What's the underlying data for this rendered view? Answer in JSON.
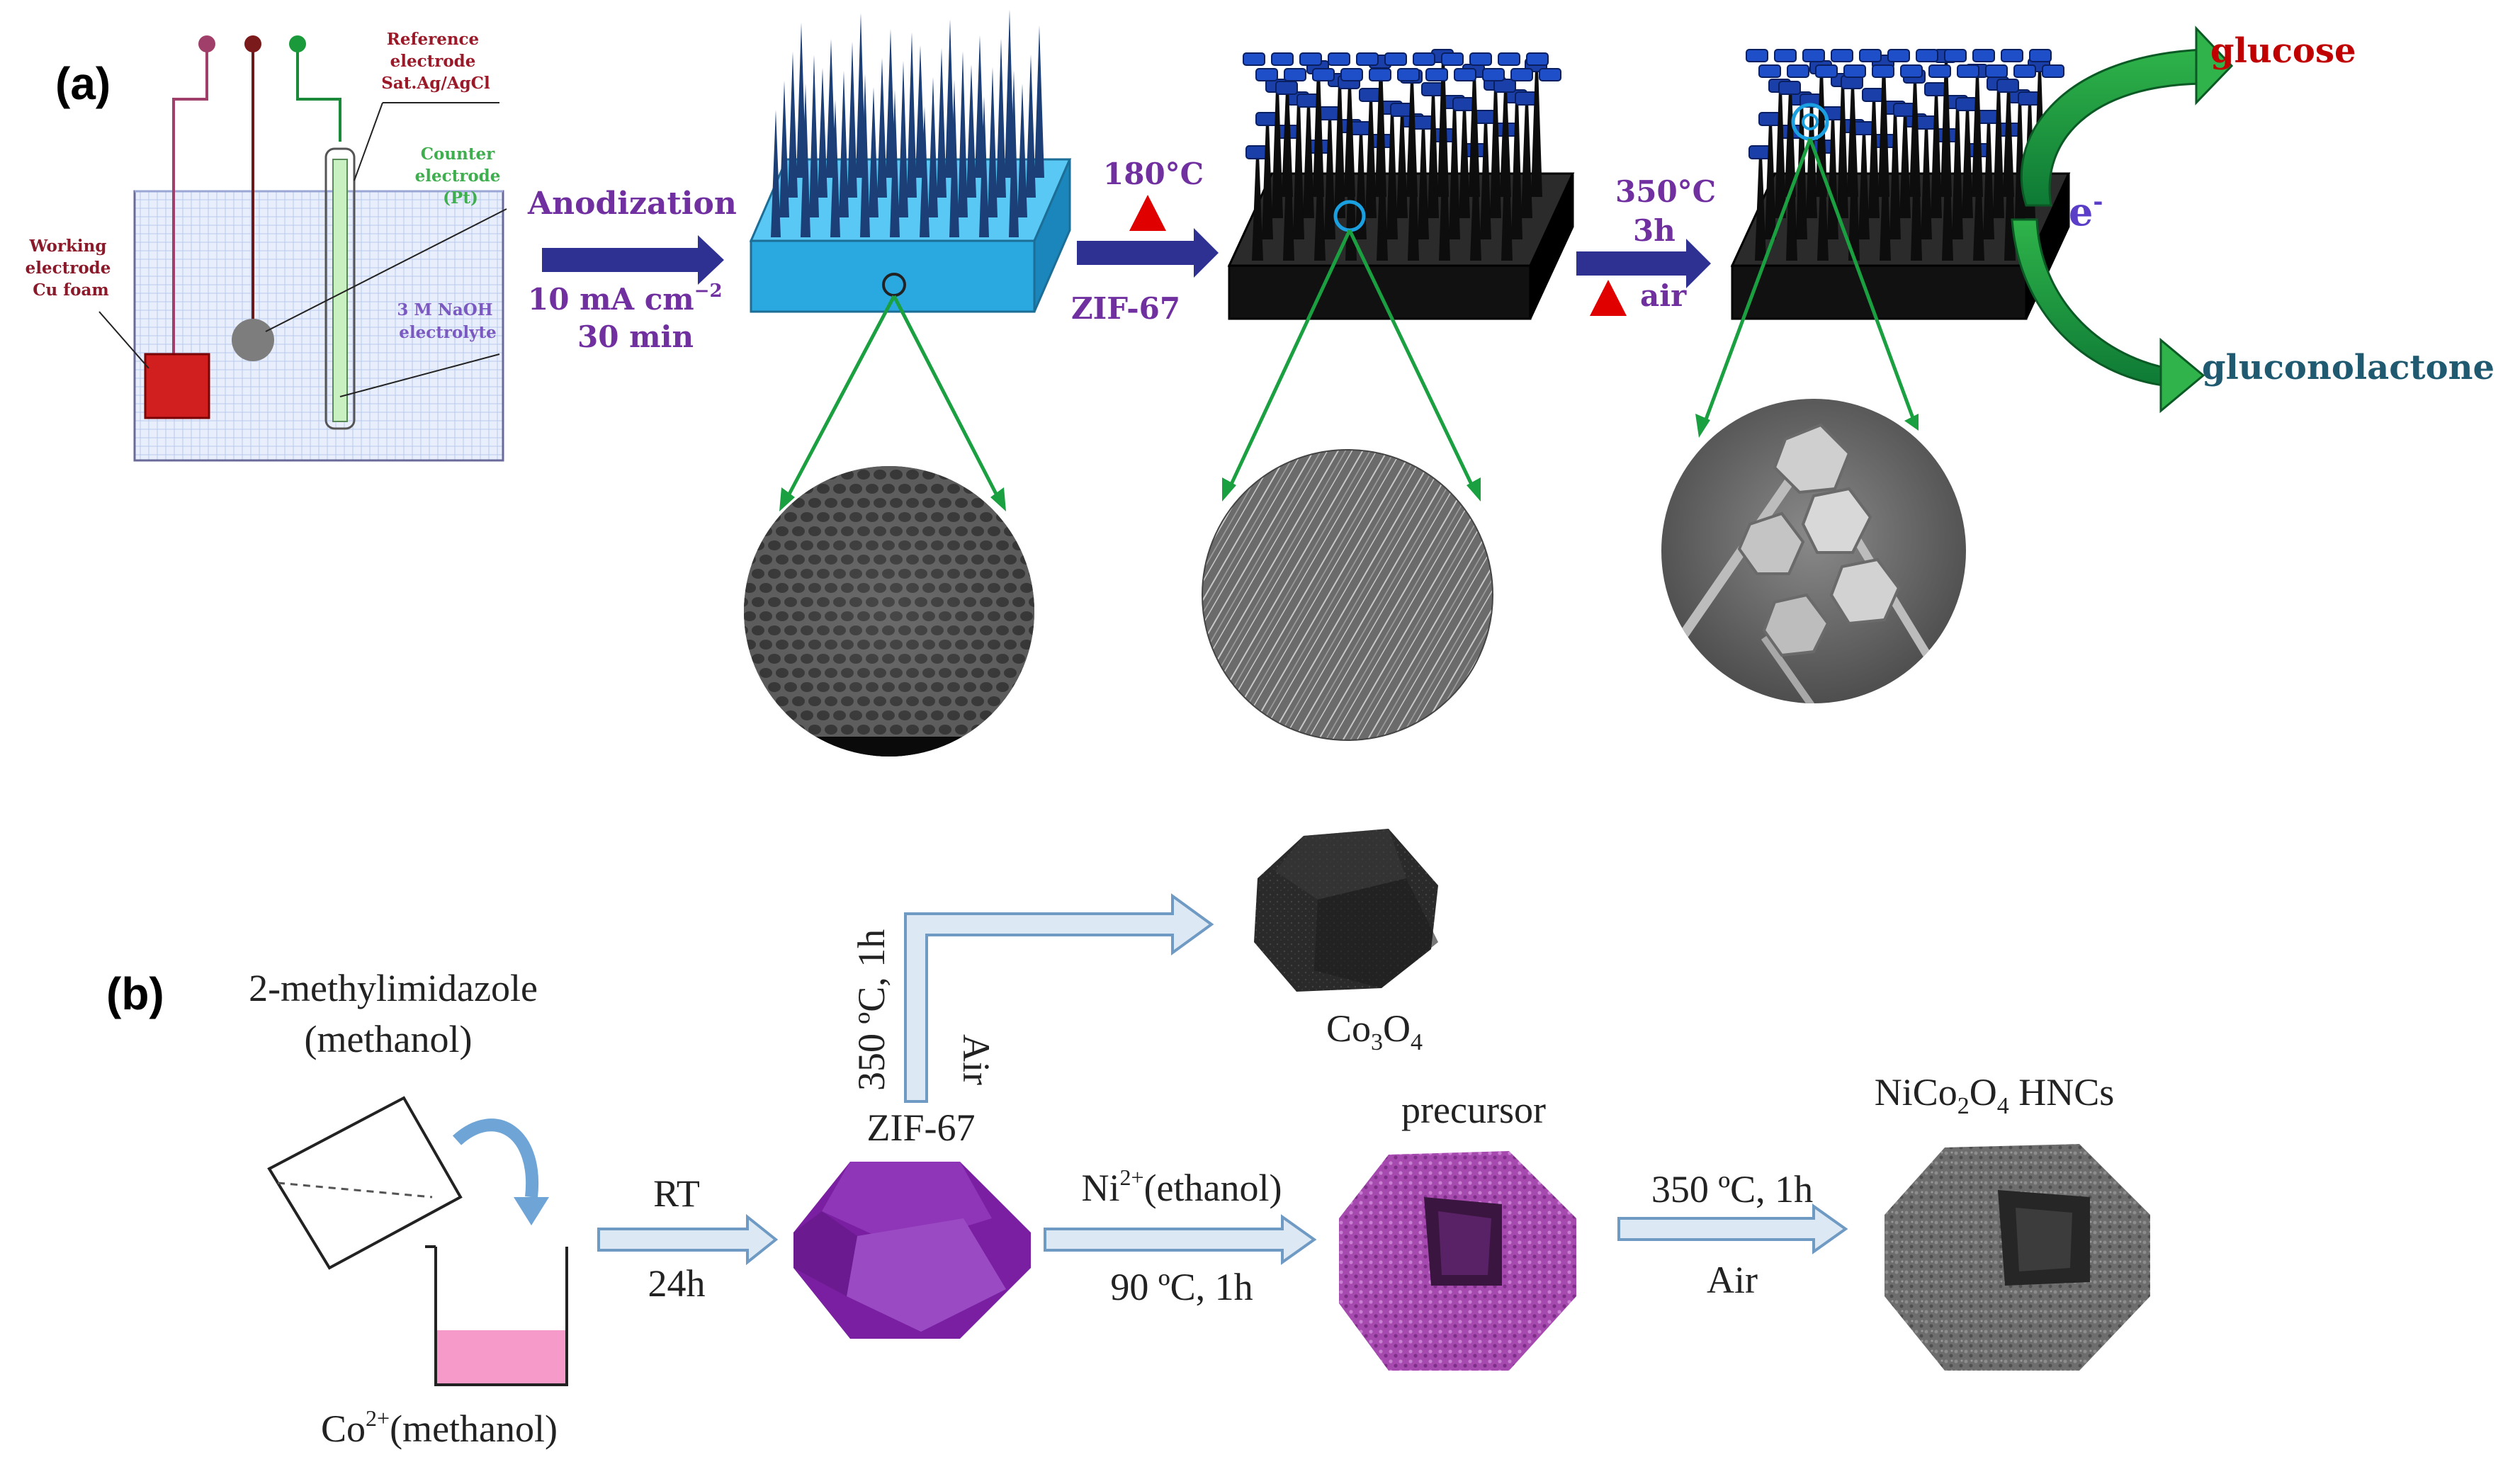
{
  "panel_a": {
    "label": "(a)",
    "cell": {
      "reference": [
        "Reference",
        "electrode",
        "Sat.Ag/AgCl"
      ],
      "counter": [
        "Counter",
        "electrode",
        "(Pt)"
      ],
      "working": [
        "Working",
        "electrode",
        "Cu foam"
      ],
      "electrolyte": [
        "3 M NaOH",
        "electrolyte"
      ]
    },
    "step1": {
      "title": "Anodization",
      "line1": "10 mA cm",
      "line1_sup": "−2",
      "line2": "30 min"
    },
    "step2": {
      "temp": "180°C",
      "reagent": "ZIF-67"
    },
    "step3": {
      "temp": "350°C",
      "time": "3h",
      "atmosphere": "air"
    },
    "reaction": {
      "reactant": "glucose",
      "electron": "e",
      "electron_sup": "-",
      "product": "gluconolactone"
    },
    "colors": {
      "label_purple": "#7030a0",
      "arrow_blue": "#2e3192",
      "triangle_red": "#e00000",
      "green_arrow": "#1a9a4a",
      "glucose_red": "#c00000",
      "gluconolactone_teal": "#1f5a70"
    }
  },
  "panel_b": {
    "label": "(b)",
    "reagent_top": "2-methylimidazole",
    "reagent_top_solvent": "(methanol)",
    "reagent_bottom": "Co",
    "reagent_bottom_sup": "2+",
    "reagent_bottom_solvent": "(methanol)",
    "step1_top": "RT",
    "step1_bottom": "24h",
    "zif_label": "ZIF-67",
    "vertical_line1": "350 ºC, 1h",
    "vertical_line2": "Air",
    "co3o4_main": "Co",
    "co3o4_sub1": "3",
    "co3o4_mid": "O",
    "co3o4_sub2": "4",
    "step2_top_pre": "Ni",
    "step2_top_sup": "2+",
    "step2_top_post": "(ethanol)",
    "step2_bottom": "90 ºC, 1h",
    "precursor_label": "precursor",
    "step3_top": "350 ºC, 1h",
    "step3_bottom": "Air",
    "final_main": "NiCo",
    "final_sub1": "2",
    "final_mid": "O",
    "final_sub2": "4",
    "final_tail": " HNCs",
    "colors": {
      "zif_purple": "#7a1fa2",
      "precursor_magenta": "#a64ab0",
      "solution_pink": "#f59ac9",
      "arrow_fill": "#dce9f5",
      "arrow_stroke": "#6f9ac4"
    }
  }
}
